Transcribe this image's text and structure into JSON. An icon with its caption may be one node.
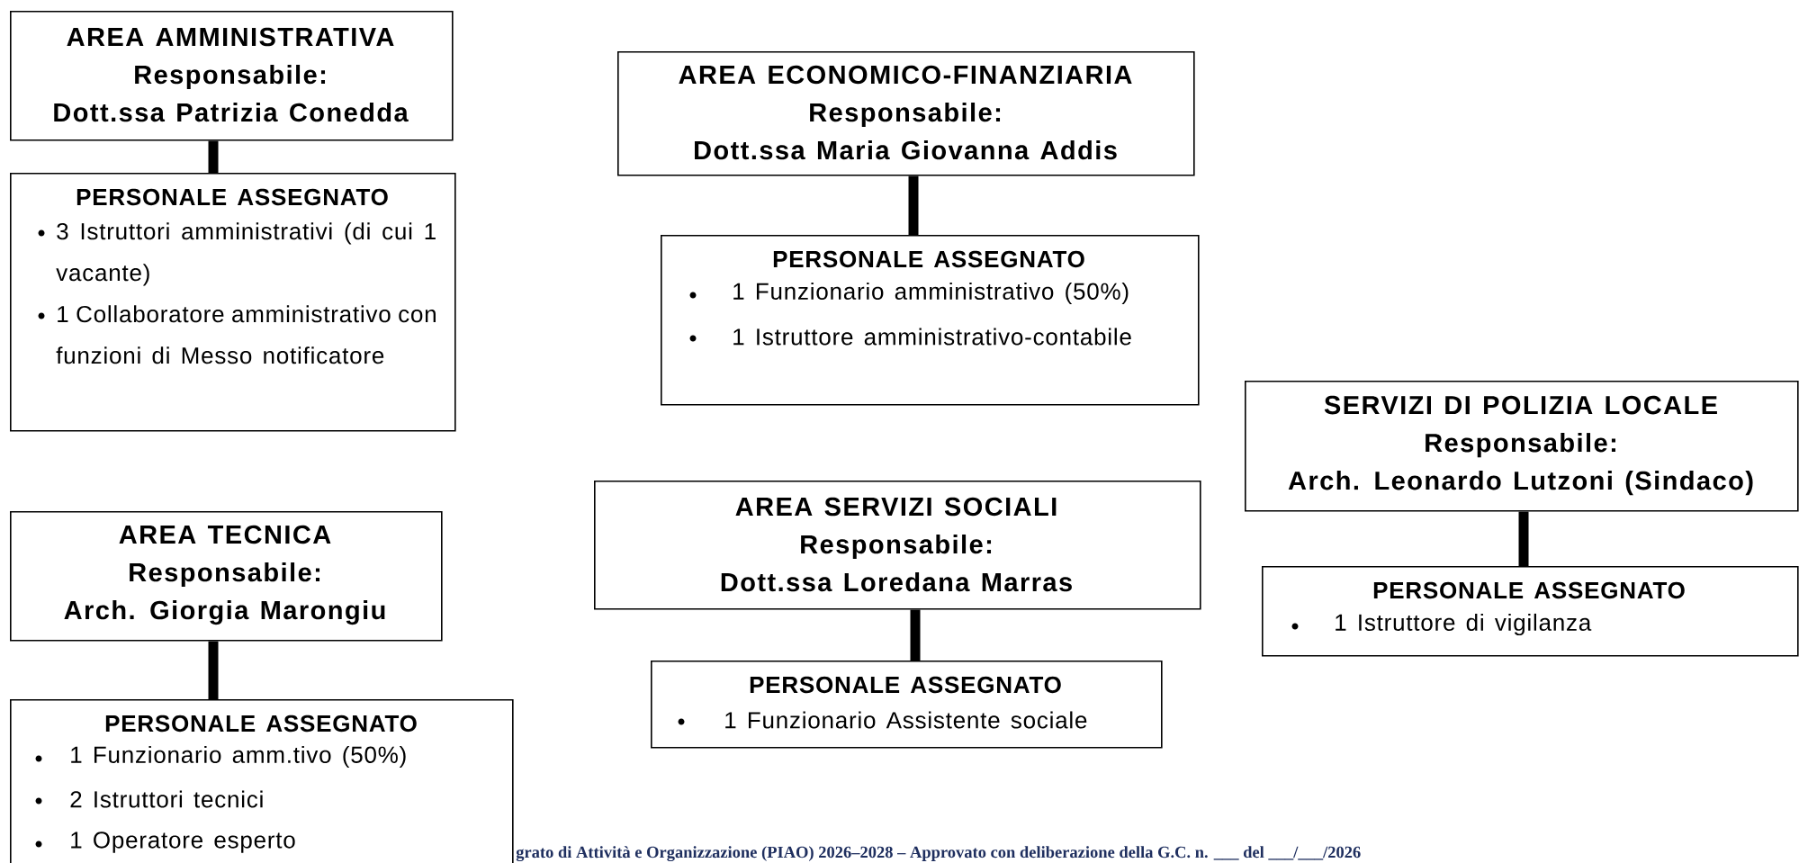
{
  "diagram": {
    "nodes": [
      {
        "text": [
          "AREA AMMINISTRATIVA",
          "Responsabile:",
          "Dott.ssa Patrizia Conedda"
        ]
      },
      {
        "text": [
          "PERSONALE ASSEGNATO",
          "3 Istruttori amministrativi (di cui 1 vacante)",
          "1 Collaboratore amministrativo con funzioni di Messo notificatore"
        ]
      },
      {
        "text": [
          "AREA ECONOMICO-FINANZIARIA",
          "Responsabile:",
          "Dott.ssa Maria Giovanna Addis"
        ]
      },
      {
        "text": [
          "PERSONALE ASSEGNATO",
          "1 Funzionario amministrativo (50%)",
          "1 Istruttore amministrativo-contabile"
        ]
      },
      {
        "text": [
          "SERVIZI DI POLIZIA LOCALE",
          "Responsabile:",
          "Arch. Leonardo Lutzoni (Sindaco)"
        ]
      },
      {
        "text": [
          "PERSONALE ASSEGNATO",
          "1 Istruttore di vigilanza"
        ]
      },
      {
        "text": [
          "AREA TECNICA",
          "Responsabile:",
          "Arch. Giorgia Marongiu"
        ]
      },
      {
        "text": [
          "PERSONALE ASSEGNATO",
          "1 Funzionario amm.tivo (50%)",
          "2 Istruttori tecnici",
          "1 Operatore esperto"
        ]
      },
      {
        "text": [
          "AREA SERVIZI SOCIALI",
          "Responsabile:",
          "Dott.ssa Loredana Marras"
        ]
      },
      {
        "text": [
          "PERSONALE ASSEGNATO",
          "1 Funzionario Assistente sociale"
        ]
      }
    ],
    "edges": [
      {
        "from": 0,
        "to": 1,
        "arrow": "none"
      },
      {
        "from": 2,
        "to": 3,
        "arrow": "none"
      },
      {
        "from": 4,
        "to": 5,
        "arrow": "none"
      },
      {
        "from": 6,
        "to": 7,
        "arrow": "none"
      },
      {
        "from": 8,
        "to": 9,
        "arrow": "none"
      }
    ],
    "labels": [
      "grato di Attività e Organizzazione (PIAO) 2026–2028 – Approvato con deliberazione della G.C. n. ___ del ___/___/2026"
    ]
  }
}
